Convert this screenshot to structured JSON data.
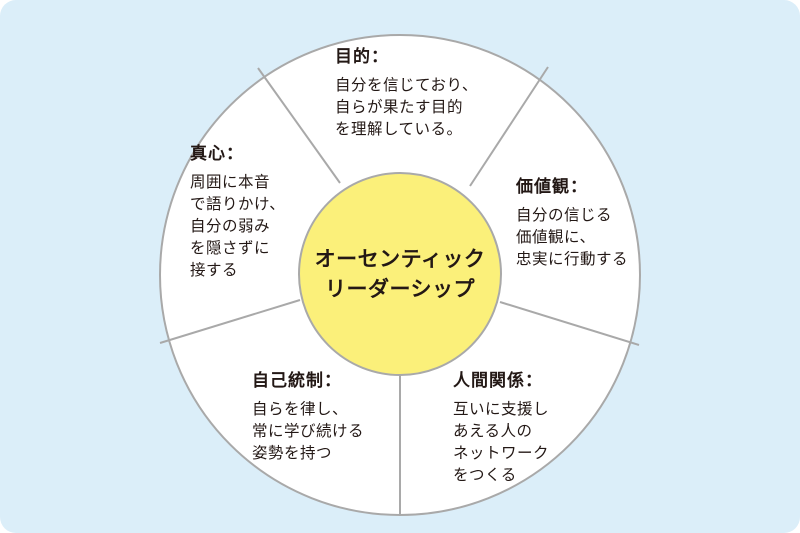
{
  "diagram": {
    "center_label": "オーセンティック\nリーダーシップ",
    "segments": [
      {
        "id": "purpose",
        "title": "目的：",
        "body": "自分を信じており、\n自らが果たす目的\nを理解している。"
      },
      {
        "id": "values",
        "title": "価値観：",
        "body": "自分の信じる\n価値観に、\n忠実に行動する"
      },
      {
        "id": "relationships",
        "title": "人間関係：",
        "body": "互いに支援し\nあえる人の\nネットワーク\nをつくる"
      },
      {
        "id": "self-discipline",
        "title": "自己統制：",
        "body": "自らを律し、\n常に学び続ける\n姿勢を持つ"
      },
      {
        "id": "heart",
        "title": "真心：",
        "body": "周囲に本音\nで語りかけ、\n自分の弱み\nを隠さずに\n接する"
      }
    ],
    "colors": {
      "background": "#dbeef9",
      "circle": "#ffffff",
      "border": "#a9a9a9",
      "center_fill": "#fbf07a",
      "text": "#231815"
    }
  }
}
